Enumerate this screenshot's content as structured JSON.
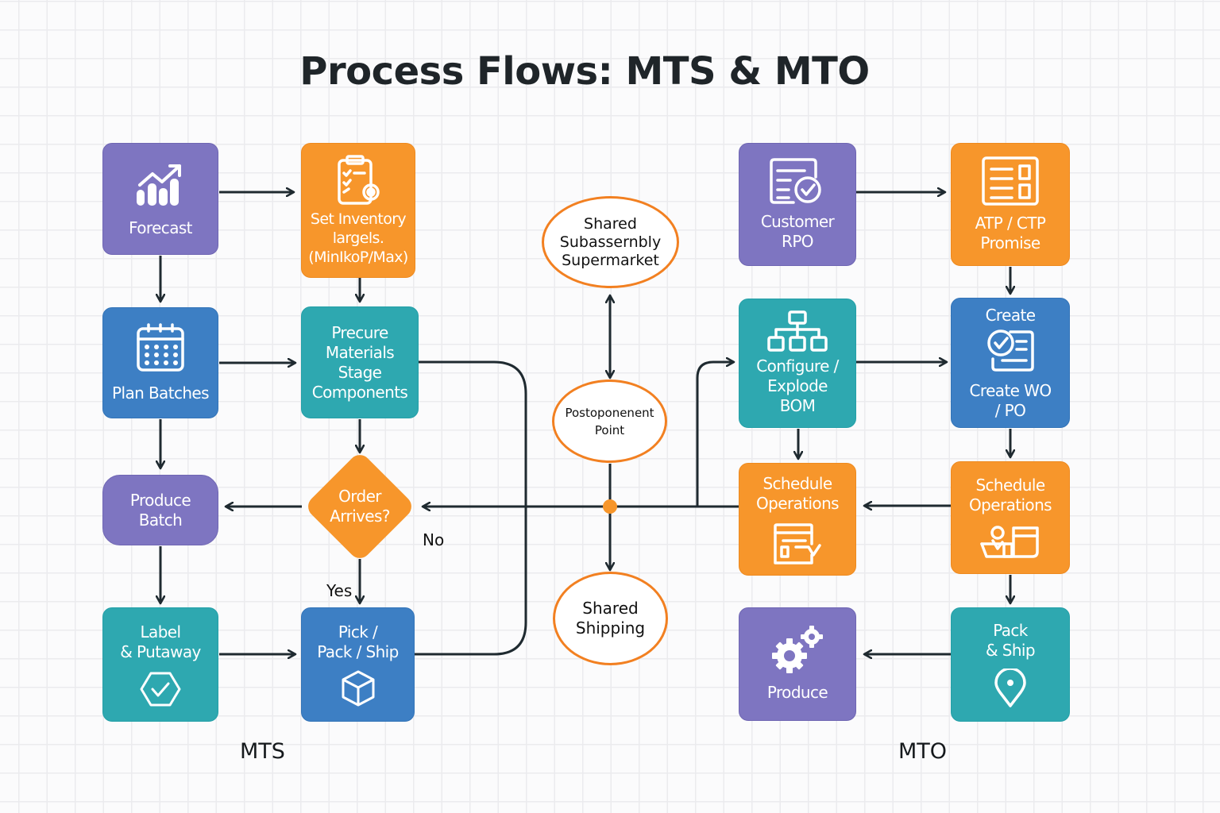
{
  "title": "Process Flows: MTS & MTO",
  "sections": {
    "mts_label": "MTS",
    "mto_label": "MTO"
  },
  "colors": {
    "purple": "#7e75c1",
    "orange": "#f7962b",
    "teal": "#2ea8b0",
    "blue": "#3d7fc4",
    "connector": "#1f2a30",
    "oval_border": "#f28021",
    "junction_dot": "#f7962b"
  },
  "mts": {
    "forecast": {
      "label": "Forecast",
      "icon": "trend-chart-icon"
    },
    "set_inventory": {
      "label": "Set Inventory\nlargels.\n(MinIkoP/Max)",
      "icon": "clipboard-checklist-gear-icon"
    },
    "plan_batches": {
      "label": "Plan Batches",
      "icon": "calendar-icon"
    },
    "procure": {
      "label": "Precure\nMaterials\nStage\nComponents"
    },
    "produce_batch": {
      "label": "Produce\nBatch"
    },
    "order_arrives": {
      "label": "Order\nArrives?"
    },
    "yes_label": "Yes",
    "no_label": "No",
    "label_putaway": {
      "label": "Label\n& Putaway",
      "icon": "hexagon-check-icon"
    },
    "pick_pack_ship": {
      "label": "Pick /\nPack / Ship",
      "icon": "box-cube-icon"
    }
  },
  "shared": {
    "subassembly": {
      "label": "Shared\nSubassernbly\nSupermarket"
    },
    "postponement": {
      "label": "Postoponenent\nPoint"
    },
    "shipping": {
      "label": "Shared\nShipping"
    }
  },
  "mto": {
    "customer_rpo": {
      "label": "Customer\nRPO",
      "icon": "document-check-icon"
    },
    "atp_ctp": {
      "label": "ATP / CTP\nPromise",
      "icon": "form-list-icon"
    },
    "configure_bom": {
      "label": "Configure /\nExplode\nBOM",
      "icon": "hierarchy-tree-icon"
    },
    "create_wo": {
      "top_label": "Create",
      "label": "Create WO\n/ PO",
      "icon": "checklist-document-icon"
    },
    "schedule_ops_left": {
      "label": "Schedule\nOperations",
      "icon": "calendar-board-icon"
    },
    "schedule_ops_right": {
      "label": "Schedule\nOperations",
      "icon": "factory-boxes-icon"
    },
    "produce": {
      "label": "Produce",
      "icon": "gears-icon"
    },
    "pack_ship": {
      "label": "Pack\n& Ship",
      "icon": "location-pin-icon"
    }
  }
}
